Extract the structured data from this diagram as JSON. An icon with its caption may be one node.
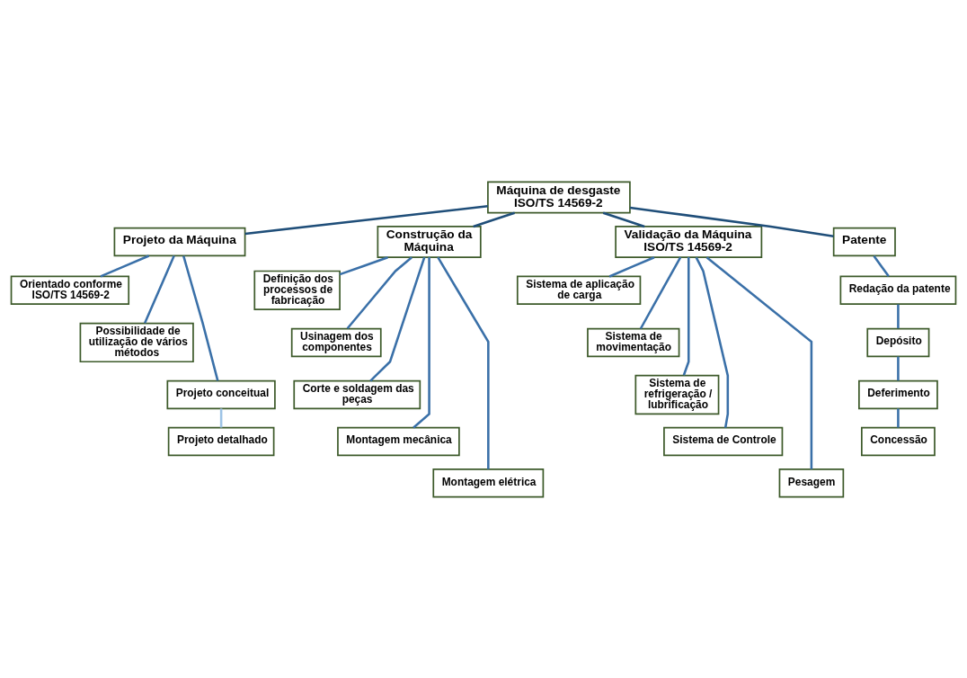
{
  "diagram": {
    "nodes": [
      {
        "text": [
          "Máquina de desgaste ISO/TS 14569-2"
        ]
      },
      {
        "text": [
          "Projeto da Máquina"
        ]
      },
      {
        "text": [
          "Construção da Máquina"
        ]
      },
      {
        "text": [
          "Validação da Máquina ISO/TS 14569-2"
        ]
      },
      {
        "text": [
          "Patente"
        ]
      },
      {
        "text": [
          "Orientado conforme ISO/TS 14569-2"
        ]
      },
      {
        "text": [
          "Possibilidade de utilização de vários métodos"
        ]
      },
      {
        "text": [
          "Projeto conceitual"
        ]
      },
      {
        "text": [
          "Projeto detalhado"
        ]
      },
      {
        "text": [
          "Definição dos processos de fabricação"
        ]
      },
      {
        "text": [
          "Usinagem dos componentes"
        ]
      },
      {
        "text": [
          "Corte e soldagem das peças"
        ]
      },
      {
        "text": [
          "Montagem mecânica"
        ]
      },
      {
        "text": [
          "Montagem elétrica"
        ]
      },
      {
        "text": [
          "Sistema de aplicação de carga"
        ]
      },
      {
        "text": [
          "Sistema de movimentação"
        ]
      },
      {
        "text": [
          "Sistema de refrigeração / lubrificação"
        ]
      },
      {
        "text": [
          "Sistema de Controle"
        ]
      },
      {
        "text": [
          "Pesagem"
        ]
      },
      {
        "text": [
          "Redação da patente"
        ]
      },
      {
        "text": [
          "Depósito"
        ]
      },
      {
        "text": [
          "Deferimento"
        ]
      },
      {
        "text": [
          "Concessão"
        ]
      }
    ],
    "edges": [
      {
        "from": 0,
        "to": 1,
        "arrow": "none",
        "color": "#1f4e79"
      },
      {
        "from": 0,
        "to": 2,
        "arrow": "none",
        "color": "#1f4e79"
      },
      {
        "from": 0,
        "to": 3,
        "arrow": "none",
        "color": "#1f4e79"
      },
      {
        "from": 0,
        "to": 4,
        "arrow": "none",
        "color": "#1f4e79"
      },
      {
        "from": 1,
        "to": 5,
        "arrow": "none"
      },
      {
        "from": 1,
        "to": 6,
        "arrow": "none"
      },
      {
        "from": 1,
        "to": 7,
        "arrow": "none"
      },
      {
        "from": 7,
        "to": 8,
        "arrow": "none",
        "color": "#9dc3e6"
      },
      {
        "from": 2,
        "to": 9,
        "arrow": "none"
      },
      {
        "from": 2,
        "to": 10,
        "arrow": "none"
      },
      {
        "from": 2,
        "to": 11,
        "arrow": "none"
      },
      {
        "from": 2,
        "to": 12,
        "arrow": "none"
      },
      {
        "from": 2,
        "to": 13,
        "arrow": "none"
      },
      {
        "from": 3,
        "to": 14,
        "arrow": "none"
      },
      {
        "from": 3,
        "to": 15,
        "arrow": "none"
      },
      {
        "from": 3,
        "to": 16,
        "arrow": "none"
      },
      {
        "from": 3,
        "to": 17,
        "arrow": "none"
      },
      {
        "from": 3,
        "to": 18,
        "arrow": "none"
      },
      {
        "from": 4,
        "to": 19,
        "arrow": "none"
      },
      {
        "from": 19,
        "to": 20,
        "arrow": "none"
      },
      {
        "from": 20,
        "to": 21,
        "arrow": "none"
      },
      {
        "from": 21,
        "to": 22,
        "arrow": "none"
      }
    ]
  }
}
